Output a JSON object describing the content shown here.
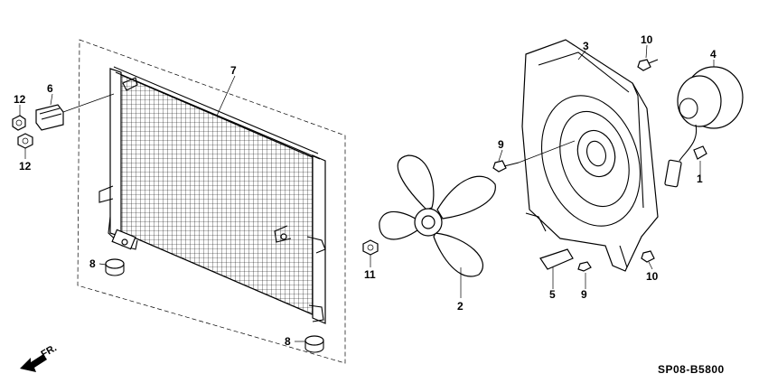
{
  "diagram": {
    "code": "SP08-B5800",
    "direction": "FR."
  },
  "labels": {
    "l1": "1",
    "l2": "2",
    "l3": "3",
    "l4": "4",
    "l5": "5",
    "l6": "6",
    "l7": "7",
    "l8a": "8",
    "l8b": "8",
    "l9a": "9",
    "l9b": "9",
    "l10a": "10",
    "l10b": "10",
    "l11": "11",
    "l12a": "12",
    "l12b": "12"
  }
}
